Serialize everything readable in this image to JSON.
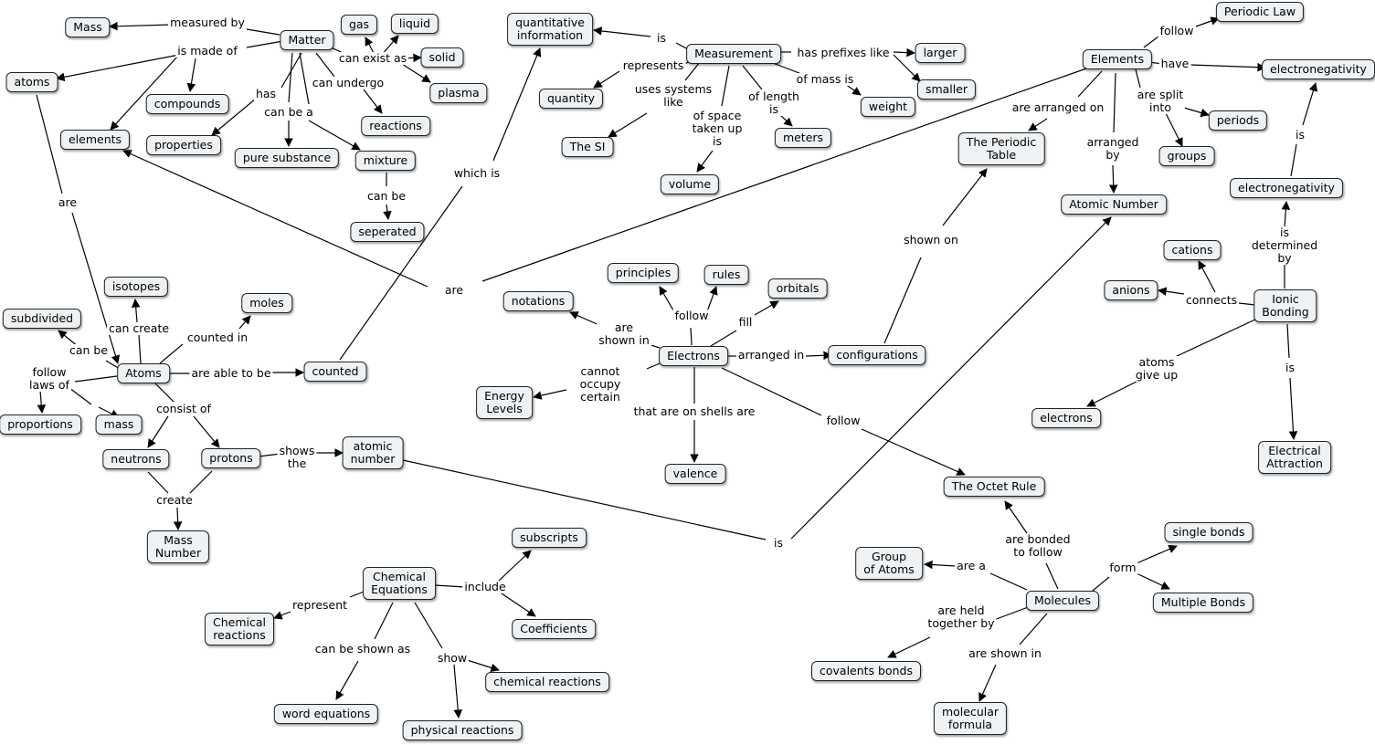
{
  "nodes": [
    {
      "id": "mass_top",
      "text": "Mass"
    },
    {
      "id": "matter",
      "text": "Matter"
    },
    {
      "id": "gas",
      "text": "gas"
    },
    {
      "id": "liquid",
      "text": "liquid"
    },
    {
      "id": "solid",
      "text": "solid"
    },
    {
      "id": "plasma",
      "text": "plasma"
    },
    {
      "id": "atoms_small",
      "text": "atoms"
    },
    {
      "id": "compounds",
      "text": "compounds"
    },
    {
      "id": "elements_left",
      "text": "elements"
    },
    {
      "id": "properties",
      "text": "properties"
    },
    {
      "id": "pure_substance",
      "text": "pure substance"
    },
    {
      "id": "mixture",
      "text": "mixture"
    },
    {
      "id": "reactions",
      "text": "reactions"
    },
    {
      "id": "seperated",
      "text": "seperated"
    },
    {
      "id": "quant_info",
      "text": "quantitative\ninformation"
    },
    {
      "id": "measurement",
      "text": "Measurement"
    },
    {
      "id": "quantity",
      "text": "quantity"
    },
    {
      "id": "the_si",
      "text": "The SI"
    },
    {
      "id": "volume",
      "text": "volume"
    },
    {
      "id": "meters",
      "text": "meters"
    },
    {
      "id": "weight",
      "text": "weight"
    },
    {
      "id": "larger",
      "text": "larger"
    },
    {
      "id": "smaller",
      "text": "smaller"
    },
    {
      "id": "elements_main",
      "text": "Elements"
    },
    {
      "id": "periodic_law",
      "text": "Periodic Law"
    },
    {
      "id": "electroneg_top",
      "text": "electronegativity"
    },
    {
      "id": "periods",
      "text": "periods"
    },
    {
      "id": "groups",
      "text": "groups"
    },
    {
      "id": "periodic_table",
      "text": "The Periodic\nTable"
    },
    {
      "id": "atomic_number_big",
      "text": "Atomic Number"
    },
    {
      "id": "electroneg_mid",
      "text": "electronegativity"
    },
    {
      "id": "cations",
      "text": "cations"
    },
    {
      "id": "anions",
      "text": "anions"
    },
    {
      "id": "ionic_bonding",
      "text": "Ionic\nBonding"
    },
    {
      "id": "electrons_small",
      "text": "electrons"
    },
    {
      "id": "electrical_attraction",
      "text": "Electrical\nAttraction"
    },
    {
      "id": "isotopes",
      "text": "isotopes"
    },
    {
      "id": "moles",
      "text": "moles"
    },
    {
      "id": "subdivided",
      "text": "subdivided"
    },
    {
      "id": "atoms_main",
      "text": "Atoms"
    },
    {
      "id": "counted",
      "text": "counted"
    },
    {
      "id": "proportions",
      "text": "proportions"
    },
    {
      "id": "mass_small",
      "text": "mass"
    },
    {
      "id": "neutrons",
      "text": "neutrons"
    },
    {
      "id": "protons",
      "text": "protons"
    },
    {
      "id": "atomic_number_small",
      "text": "atomic\nnumber"
    },
    {
      "id": "mass_number",
      "text": "Mass\nNumber"
    },
    {
      "id": "principles",
      "text": "principles"
    },
    {
      "id": "rules",
      "text": "rules"
    },
    {
      "id": "orbitals",
      "text": "orbitals"
    },
    {
      "id": "notations",
      "text": "notations"
    },
    {
      "id": "electrons_main",
      "text": "Electrons"
    },
    {
      "id": "configurations",
      "text": "configurations"
    },
    {
      "id": "energy_levels",
      "text": "Energy\nLevels"
    },
    {
      "id": "valence",
      "text": "valence"
    },
    {
      "id": "octet_rule",
      "text": "The Octet Rule"
    },
    {
      "id": "chem_equations",
      "text": "Chemical\nEquations"
    },
    {
      "id": "subscripts",
      "text": "subscripts"
    },
    {
      "id": "coefficients",
      "text": "Coefficients"
    },
    {
      "id": "chem_reactions_left",
      "text": "Chemical\nreactions"
    },
    {
      "id": "word_equations",
      "text": "word equations"
    },
    {
      "id": "physical_reactions",
      "text": "physical reactions"
    },
    {
      "id": "chem_reactions_right",
      "text": "chemical reactions"
    },
    {
      "id": "group_of_atoms",
      "text": "Group\nof Atoms"
    },
    {
      "id": "molecules",
      "text": "Molecules"
    },
    {
      "id": "single_bonds",
      "text": "single bonds"
    },
    {
      "id": "multiple_bonds",
      "text": "Multiple Bonds"
    },
    {
      "id": "covalent_bonds",
      "text": "covalents bonds"
    },
    {
      "id": "molecular_formula",
      "text": "molecular\nformula"
    }
  ],
  "edge_labels": [
    {
      "id": "lbl_measured_by",
      "text": "measured by"
    },
    {
      "id": "lbl_is_made_of",
      "text": "is made of"
    },
    {
      "id": "lbl_can_exist_as",
      "text": "can exist as"
    },
    {
      "id": "lbl_has",
      "text": "has"
    },
    {
      "id": "lbl_can_be_a",
      "text": "can be a"
    },
    {
      "id": "lbl_can_undergo",
      "text": "can undergo"
    },
    {
      "id": "lbl_can_be_mix",
      "text": "can be"
    },
    {
      "id": "lbl_which_is",
      "text": "which is"
    },
    {
      "id": "lbl_is_meas",
      "text": "is"
    },
    {
      "id": "lbl_represents",
      "text": "represents"
    },
    {
      "id": "lbl_uses_systems",
      "text": "uses systems\nlike"
    },
    {
      "id": "lbl_space",
      "text": "of space\ntaken up\nis"
    },
    {
      "id": "lbl_length",
      "text": "of length\nis"
    },
    {
      "id": "lbl_mass_is",
      "text": "of mass is"
    },
    {
      "id": "lbl_prefixes",
      "text": "has prefixes like"
    },
    {
      "id": "lbl_follow_pl",
      "text": "follow"
    },
    {
      "id": "lbl_have",
      "text": "have"
    },
    {
      "id": "lbl_split",
      "text": "are split\ninto"
    },
    {
      "id": "lbl_arranged_on",
      "text": "are arranged on"
    },
    {
      "id": "lbl_arranged_by",
      "text": "arranged\nby"
    },
    {
      "id": "lbl_are_elem",
      "text": "are"
    },
    {
      "id": "lbl_is_en",
      "text": "is"
    },
    {
      "id": "lbl_determined",
      "text": "is\ndetermined\nby"
    },
    {
      "id": "lbl_connects",
      "text": "connects"
    },
    {
      "id": "lbl_give_up",
      "text": "atoms\ngive up"
    },
    {
      "id": "lbl_is_ea",
      "text": "is"
    },
    {
      "id": "lbl_are_atoms",
      "text": "are"
    },
    {
      "id": "lbl_can_create",
      "text": "can create"
    },
    {
      "id": "lbl_counted_in",
      "text": "counted in"
    },
    {
      "id": "lbl_can_be_atoms",
      "text": "can be"
    },
    {
      "id": "lbl_able_to_be",
      "text": "are able to be"
    },
    {
      "id": "lbl_follow_laws",
      "text": "follow\nlaws of"
    },
    {
      "id": "lbl_consist_of",
      "text": "consist of"
    },
    {
      "id": "lbl_shows_the",
      "text": "shows\nthe"
    },
    {
      "id": "lbl_create",
      "text": "create"
    },
    {
      "id": "lbl_is_an",
      "text": "is"
    },
    {
      "id": "lbl_shown_on",
      "text": "shown on"
    },
    {
      "id": "lbl_follow_e",
      "text": "follow"
    },
    {
      "id": "lbl_fill",
      "text": "fill"
    },
    {
      "id": "lbl_shown_in",
      "text": "are\nshown in"
    },
    {
      "id": "lbl_arranged_in",
      "text": "arranged in"
    },
    {
      "id": "lbl_cannot",
      "text": "cannot\noccupy\ncertain"
    },
    {
      "id": "lbl_shells",
      "text": "that are on shells are"
    },
    {
      "id": "lbl_follow_octet",
      "text": "follow"
    },
    {
      "id": "lbl_include",
      "text": "include"
    },
    {
      "id": "lbl_represent",
      "text": "represent"
    },
    {
      "id": "lbl_shown_as",
      "text": "can be shown as"
    },
    {
      "id": "lbl_show",
      "text": "show"
    },
    {
      "id": "lbl_bonded",
      "text": "are bonded\nto follow"
    },
    {
      "id": "lbl_are_a",
      "text": "are a"
    },
    {
      "id": "lbl_form",
      "text": "form"
    },
    {
      "id": "lbl_held",
      "text": "are held\ntogether by"
    },
    {
      "id": "lbl_shown_in_mol",
      "text": "are shown in"
    }
  ],
  "style": {
    "node_fill": "#eef2f5",
    "node_border": "#222222",
    "edge_color": "#000000"
  }
}
